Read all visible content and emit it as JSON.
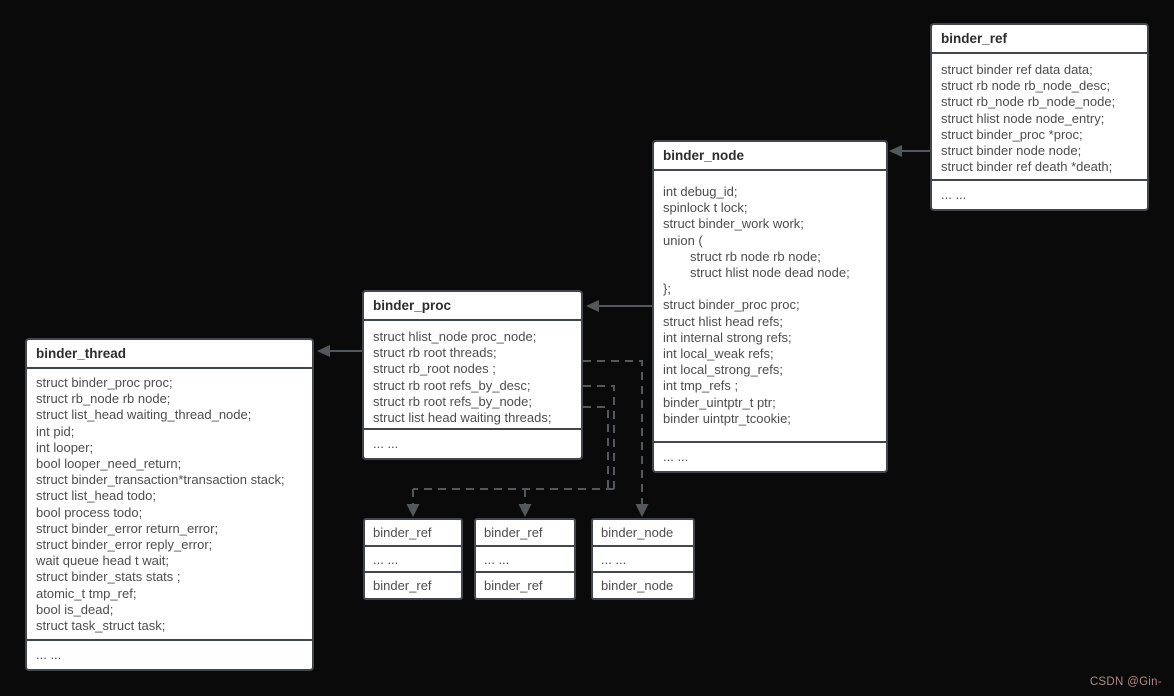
{
  "colors": {
    "background": "#0a0a0a",
    "box_fill": "#ffffff",
    "box_border": "#43474d",
    "title_text": "#2d2d2d",
    "body_text": "#4d4d4d",
    "connector": "#54585d",
    "watermark": "#b08585"
  },
  "watermark": "CSDN @Gin-",
  "boxes": {
    "binder_ref": {
      "title": "binder_ref",
      "fields": [
        "struct binder ref data data;",
        "struct rb node rb_node_desc;",
        "struct rb_node rb_node_node;",
        "struct hlist node node_entry;",
        "struct binder_proc *proc;",
        "struct binder node node;",
        "struct binder ref death *death;"
      ],
      "footer": "... ..."
    },
    "binder_node": {
      "title": "binder_node",
      "fields": [
        "int debug_id;",
        "spinlock t lock;",
        "struct binder_work work;",
        "union (",
        "struct rb node rb node;",
        "struct hlist node dead node;",
        "};",
        "struct binder_proc proc;",
        "struct hlist head refs;",
        "int internal strong refs;",
        "int local_weak refs;",
        "int local_strong_refs;",
        "int tmp_refs ;",
        "binder_uintptr_t ptr;",
        "binder uintptr_tcookie;"
      ],
      "footer": "... ..."
    },
    "binder_proc": {
      "title": "binder_proc",
      "fields": [
        "struct hlist_node proc_node;",
        "struct rb root threads;",
        "struct rb_root nodes ;",
        "struct rb root refs_by_desc;",
        "struct rb root refs_by_node;",
        "struct list head waiting threads;"
      ],
      "footer": "... ..."
    },
    "binder_thread": {
      "title": "binder_thread",
      "fields": [
        "struct binder_proc proc;",
        "struct rb_node rb node;",
        "struct list_head waiting_thread_node;",
        "int pid;",
        "int looper;",
        "bool looper_need_return;",
        "struct binder_transaction*transaction stack;",
        "struct list_head todo;",
        "bool process todo;",
        "struct binder_error return_error;",
        "struct binder_error reply_error;",
        "wait queue head t wait;",
        "struct binder_stats stats ;",
        "atomic_t tmp_ref;",
        "bool is_dead;",
        "struct task_struct task;"
      ],
      "footer": "... ..."
    }
  },
  "small_boxes": [
    {
      "rows": [
        "binder_ref",
        "... ...",
        "binder_ref"
      ]
    },
    {
      "rows": [
        "binder_ref",
        "... ...",
        "binder_ref"
      ]
    },
    {
      "rows": [
        "binder_node",
        "... ...",
        "binder_node"
      ]
    }
  ]
}
